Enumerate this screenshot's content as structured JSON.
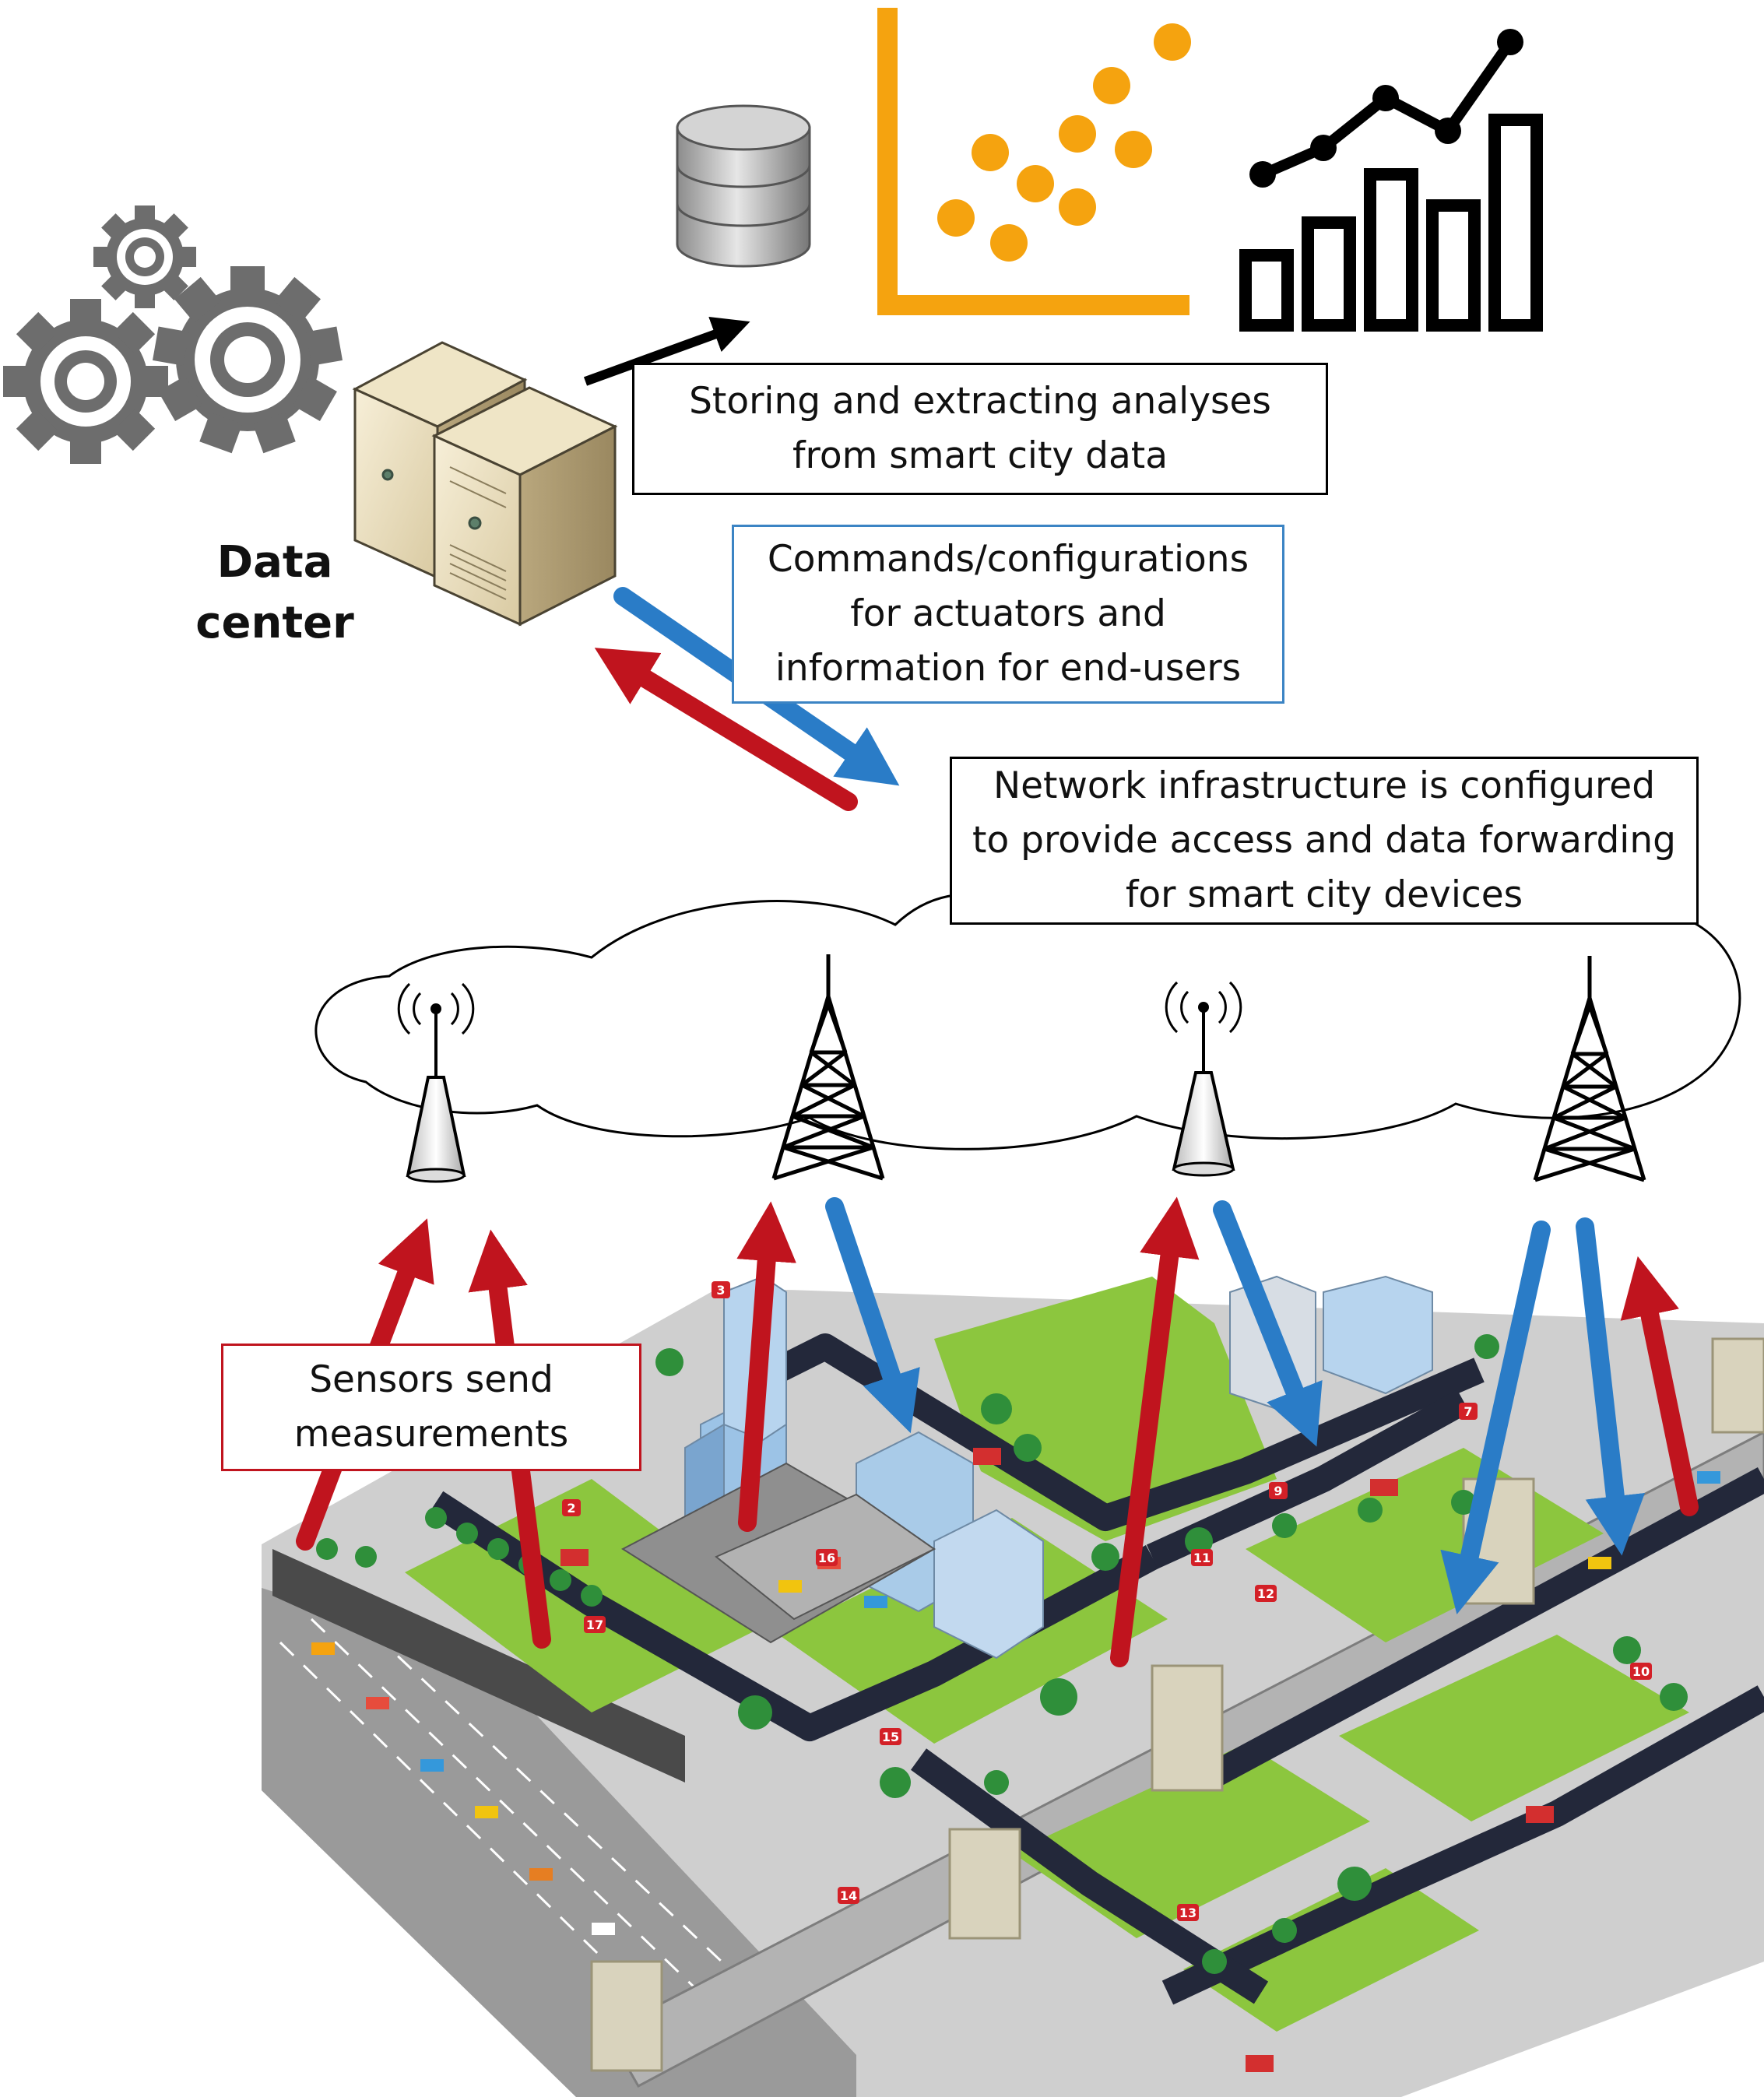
{
  "data_center": {
    "label_line1": "Data",
    "label_line2": "center"
  },
  "storing_box": {
    "line1": "Storing and extracting analyses",
    "line2": "from smart city data"
  },
  "commands_box": {
    "line1": "Commands/configurations",
    "line2": "for actuators and",
    "line3": "information for end-users"
  },
  "network_box": {
    "line1": "Network infrastructure is configured",
    "line2": "to provide access and data forwarding",
    "line3": "for smart city devices"
  },
  "sensors_box": {
    "line1": "Sensors send",
    "line2": "measurements"
  },
  "city_markers": [
    "2",
    "3",
    "7",
    "9",
    "10",
    "11",
    "12",
    "13",
    "14",
    "15",
    "16",
    "17"
  ],
  "colors": {
    "uplink_arrow": "#c0141e",
    "downlink_arrow": "#2a7cc7",
    "chart_orange": "#f5a30f",
    "text": "#111111"
  }
}
